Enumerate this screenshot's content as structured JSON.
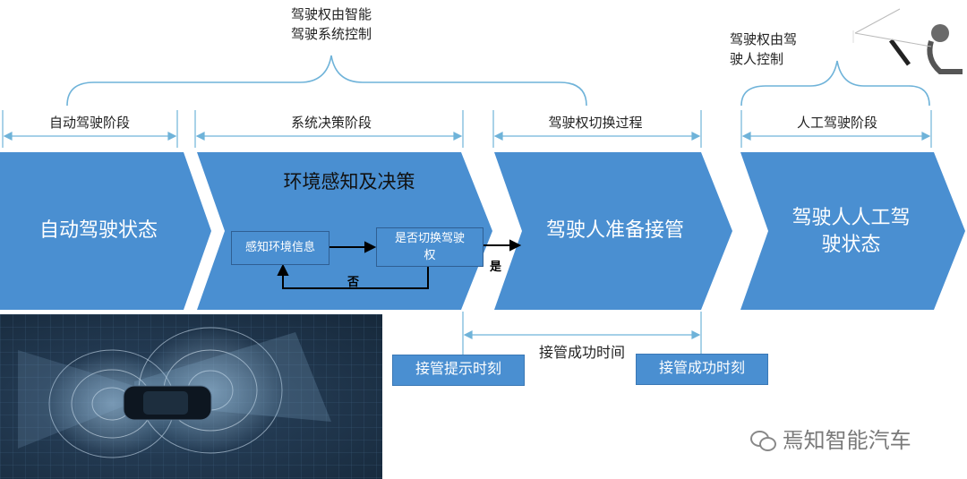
{
  "top_brace_center": {
    "line1": "驾驶权由智能",
    "line2": "驾驶系统控制"
  },
  "top_brace_right": {
    "line1": "驾驶权由驾",
    "line2": "驶人控制"
  },
  "phases": [
    {
      "label": "自动驾驶阶段"
    },
    {
      "label": "系统决策阶段"
    },
    {
      "label": "驾驶权切换过程"
    },
    {
      "label": "人工驾驶阶段"
    }
  ],
  "arrows": {
    "auto_state": "自动驾驶状态",
    "decision_title": "环境感知及决策",
    "takeover": "驾驶人准备接管",
    "manual_line1": "驾驶人人工驾",
    "manual_line2": "驶状态"
  },
  "decision_flow": {
    "perceive": "感知环境信息",
    "switch_line1": "是否切换驾驶",
    "switch_line2": "权",
    "yes": "是",
    "no": "否"
  },
  "timeline": {
    "span_label": "接管成功时间",
    "start_label": "接管提示时刻",
    "end_label": "接管成功时刻"
  },
  "watermark": "焉知智能汽车",
  "colors": {
    "arrow_fill": "#4a8fd1",
    "bracket": "#6fb3d9"
  }
}
